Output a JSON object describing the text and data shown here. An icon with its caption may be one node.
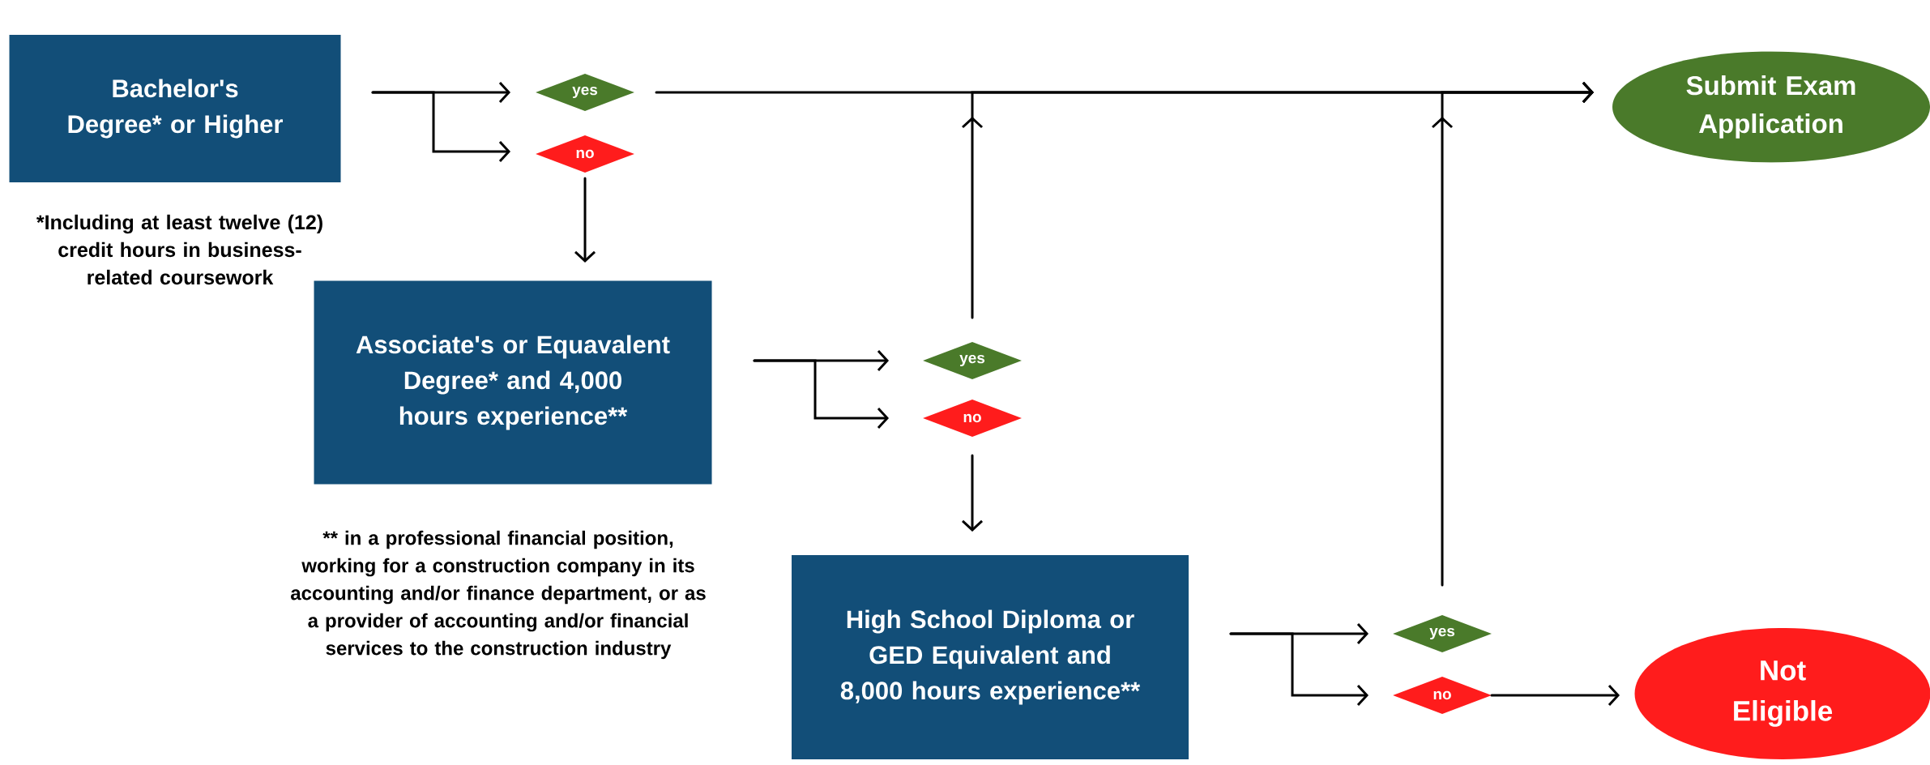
{
  "diagram": {
    "nodes": [
      {
        "text": [
          "Bachelor's Degree* or Higher"
        ]
      },
      {
        "text": [
          "yes"
        ]
      },
      {
        "text": [
          "no"
        ]
      },
      {
        "text": [
          "Submit Exam Application"
        ]
      },
      {
        "text": [
          "Associate's or Equavalent Degree* and 4,000 hours experience**"
        ],
        "beside": [
          "** in a professional financial position, working for a construction company in its accounting and/or finance department, or as a provider of accounting and/or financial services to the construction industry"
        ]
      },
      {
        "text": [
          "yes"
        ]
      },
      {
        "text": [
          "no"
        ]
      },
      {
        "text": [
          "High School Diploma or GED Equivalent and 8,000 hours experience**"
        ]
      },
      {
        "text": [
          "yes"
        ]
      },
      {
        "text": [
          "no"
        ]
      },
      {
        "text": [
          "Not Eligible"
        ]
      }
    ],
    "edges": [
      {
        "from": 0,
        "to": 1,
        "arrow": "to"
      },
      {
        "from": 0,
        "to": 2,
        "arrow": "to"
      },
      {
        "from": 1,
        "to": 3,
        "arrow": "to"
      },
      {
        "from": 2,
        "to": 4,
        "arrow": "to"
      },
      {
        "from": 4,
        "to": 5,
        "arrow": "to"
      },
      {
        "from": 4,
        "to": 6,
        "arrow": "to"
      },
      {
        "from": 5,
        "to": 3,
        "arrow": "to"
      },
      {
        "from": 6,
        "to": 7,
        "arrow": "to"
      },
      {
        "from": 7,
        "to": 8,
        "arrow": "to"
      },
      {
        "from": 7,
        "to": 9,
        "arrow": "to"
      },
      {
        "from": 8,
        "to": 3,
        "arrow": "to"
      },
      {
        "from": 9,
        "to": 10,
        "arrow": "to"
      }
    ],
    "labels": [
      "*Including at least twelve (12) credit hours in business-related coursework"
    ]
  }
}
